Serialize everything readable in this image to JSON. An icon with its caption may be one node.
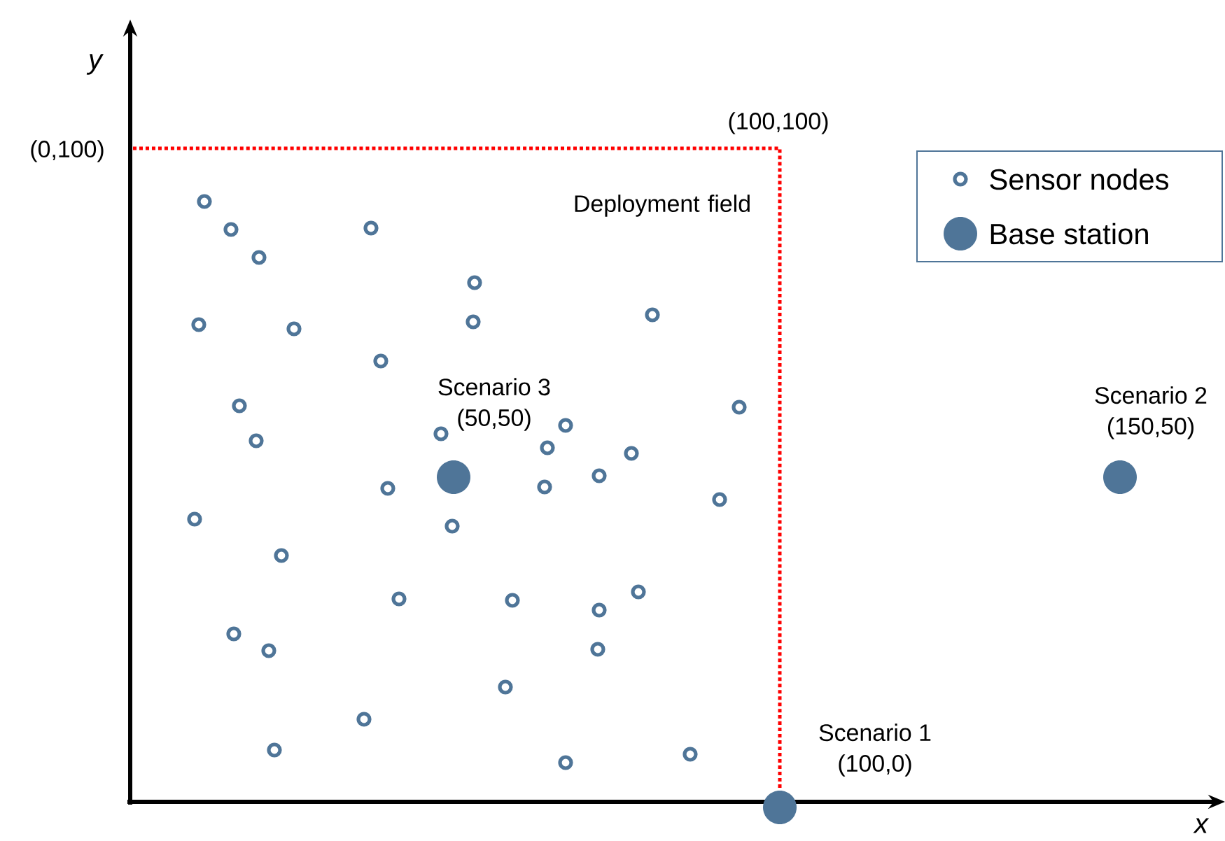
{
  "diagram": {
    "nodes": [
      {
        "text": [],
        "shape": "circle",
        "beside": [
          "Scenario 3",
          "(50,50)"
        ]
      },
      {
        "text": [],
        "shape": "circle",
        "beside": [
          "Scenario 2",
          "(150,50)"
        ]
      },
      {
        "text": [],
        "shape": "circle",
        "beside": [
          "Scenario 1",
          "(100,0)"
        ]
      }
    ],
    "labels": [
      "y",
      "(0,100)",
      "(100,100)",
      "Deployment field",
      "x"
    ],
    "legend": [
      {
        "text": "Sensor nodes"
      },
      {
        "text": "Base station"
      }
    ]
  }
}
